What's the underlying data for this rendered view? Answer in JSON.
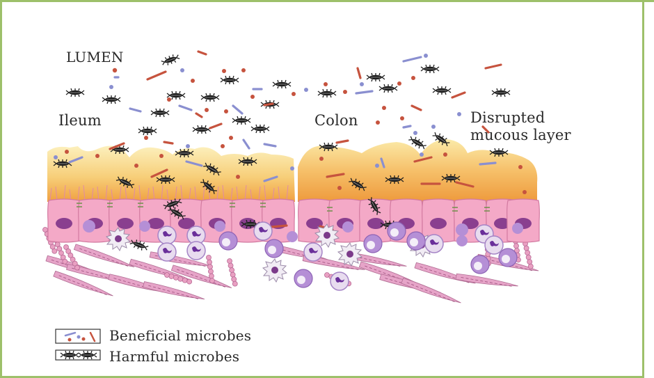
{
  "labels": {
    "lumen": "LUMEN",
    "ileum": "Ileum",
    "colon": "Colon",
    "disrupted_line1": "Disrupted",
    "disrupted_line2": "mucous layer"
  },
  "legend": {
    "beneficial": "Beneficial microbes",
    "harmful": "Harmful microbes"
  },
  "colors": {
    "frame": "#9dc06a",
    "mucus_top": "#fbe9a6",
    "mucus_bottom": "#f2a645",
    "epithelium": "#f4a9c7",
    "nucleus": "#8a3f8f",
    "immune_cell": "#b58fd6",
    "harmful_microbe": "#222222",
    "beneficial_red": "#c6533e",
    "beneficial_blue": "#8a8fd0"
  }
}
